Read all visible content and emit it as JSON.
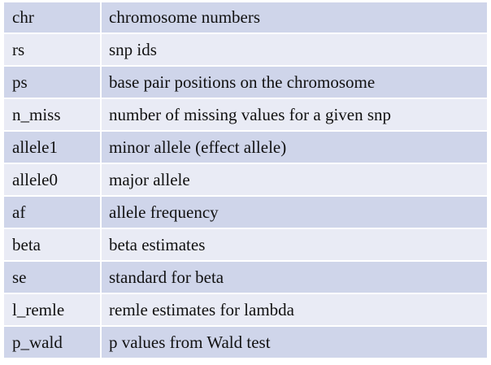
{
  "table": {
    "rows": [
      {
        "key": "chr",
        "desc": "chromosome numbers"
      },
      {
        "key": "rs",
        "desc": "snp ids"
      },
      {
        "key": "ps",
        "desc": "base pair positions on the chromosome"
      },
      {
        "key": "n_miss",
        "desc": "number of missing values for a given snp"
      },
      {
        "key": "allele1",
        "desc": "minor allele (effect allele)"
      },
      {
        "key": "allele0",
        "desc": "major allele"
      },
      {
        "key": "af",
        "desc": "allele frequency"
      },
      {
        "key": "beta",
        "desc": "beta estimates"
      },
      {
        "key": "se",
        "desc": "standard for beta"
      },
      {
        "key": "l_remle",
        "desc": "remle estimates for lambda"
      },
      {
        "key": "p_wald",
        "desc": "p values from Wald test"
      }
    ]
  },
  "colors": {
    "row_dark": "#cfd5ea",
    "row_light": "#e9ebf5",
    "text": "#111111"
  }
}
